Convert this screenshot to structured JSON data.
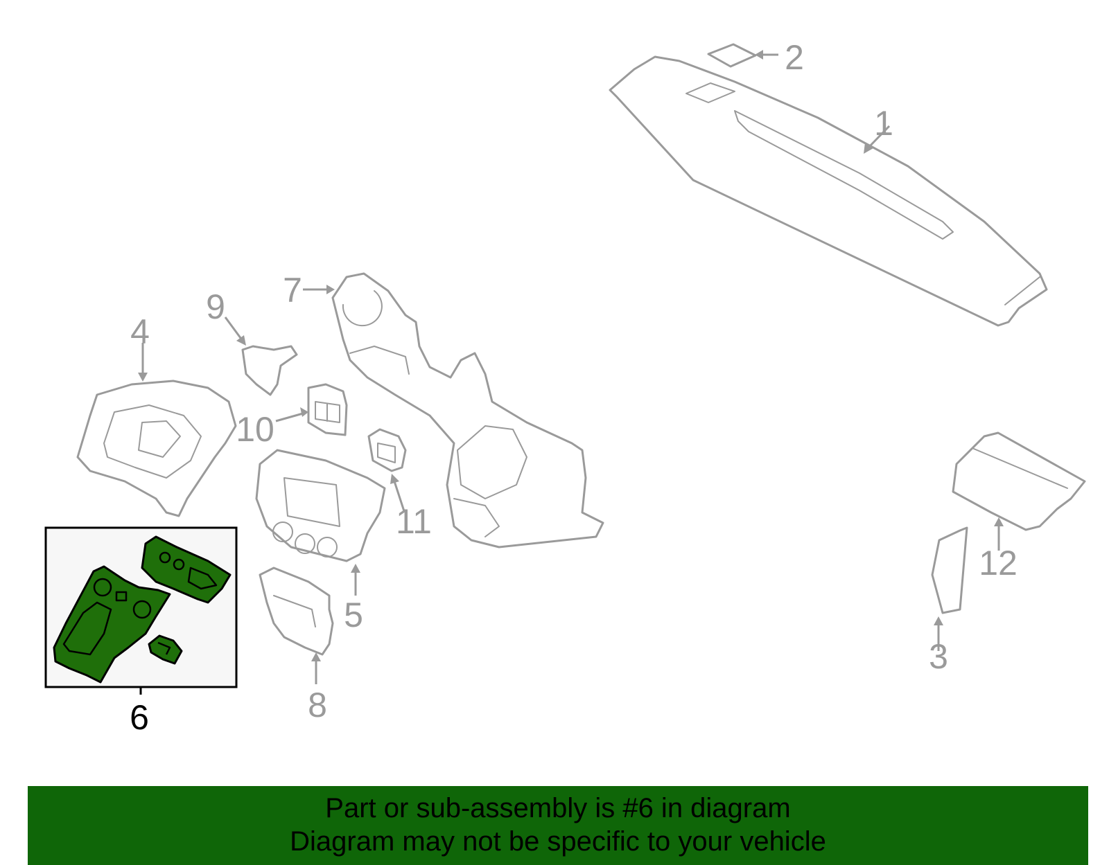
{
  "callouts": {
    "c1": "1",
    "c2": "2",
    "c3": "3",
    "c4": "4",
    "c5": "5",
    "c6": "6",
    "c7": "7",
    "c8": "8",
    "c9": "9",
    "c10": "10",
    "c11": "11",
    "c12": "12"
  },
  "highlighted_part": "6",
  "colors": {
    "highlight_fill": "#1f6f0a",
    "outline": "#9a9a9a",
    "banner": "#0f6608"
  },
  "banner": {
    "line1": "Part or sub-assembly is #6 in diagram",
    "line2": "Diagram may not be specific to your vehicle"
  }
}
